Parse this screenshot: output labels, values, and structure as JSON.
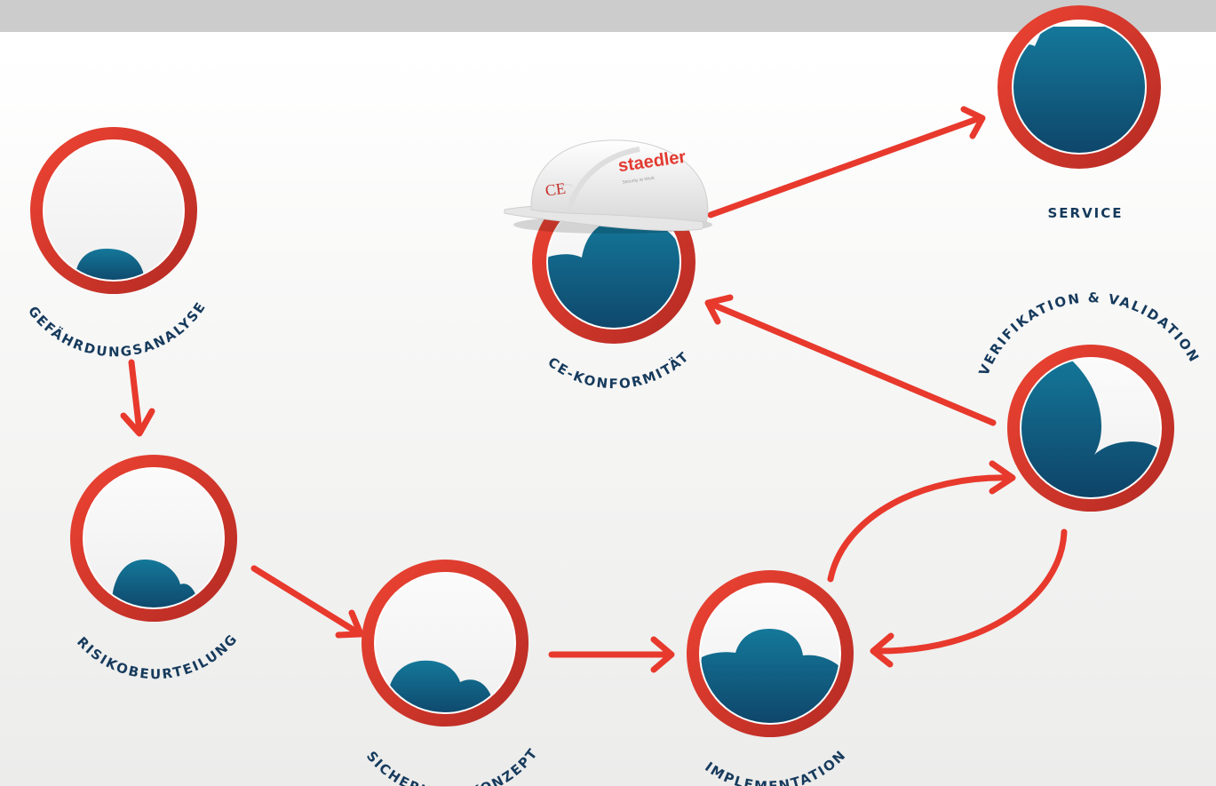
{
  "topbar": {},
  "stages": [
    {
      "id": "gefaehrdungsanalyse",
      "label": "GEFÄHRDUNGSANALYSE",
      "fill": 0.18
    },
    {
      "id": "risikobeurteilung",
      "label": "RISIKOBEURTEILUNG",
      "fill": 0.22
    },
    {
      "id": "sicherheitskonzept",
      "label": "SICHERHEITSKONZEPT",
      "fill": 0.38
    },
    {
      "id": "implementation",
      "label": "IMPLEMENTATION",
      "fill": 0.55
    },
    {
      "id": "verifikation",
      "label": "VERIFIKATION & VALIDATION",
      "fill": 0.8
    },
    {
      "id": "ce",
      "label": "CE-KONFORMITÄT",
      "fill": 0.8
    },
    {
      "id": "service",
      "label": "SERVICE",
      "fill": 1.0
    }
  ],
  "helmet": {
    "brand": "staedler",
    "mark": "CE",
    "tagline": "Security at Work"
  },
  "colors": {
    "ring_outer": "#e63b2e",
    "ring_dark": "#b32a23",
    "fill_top": "#14789a",
    "fill_bottom": "#0f4a6e",
    "arrow": "#e8392d",
    "label": "#163a5c"
  },
  "icons": [
    "arrow-icon",
    "helmet-icon"
  ]
}
